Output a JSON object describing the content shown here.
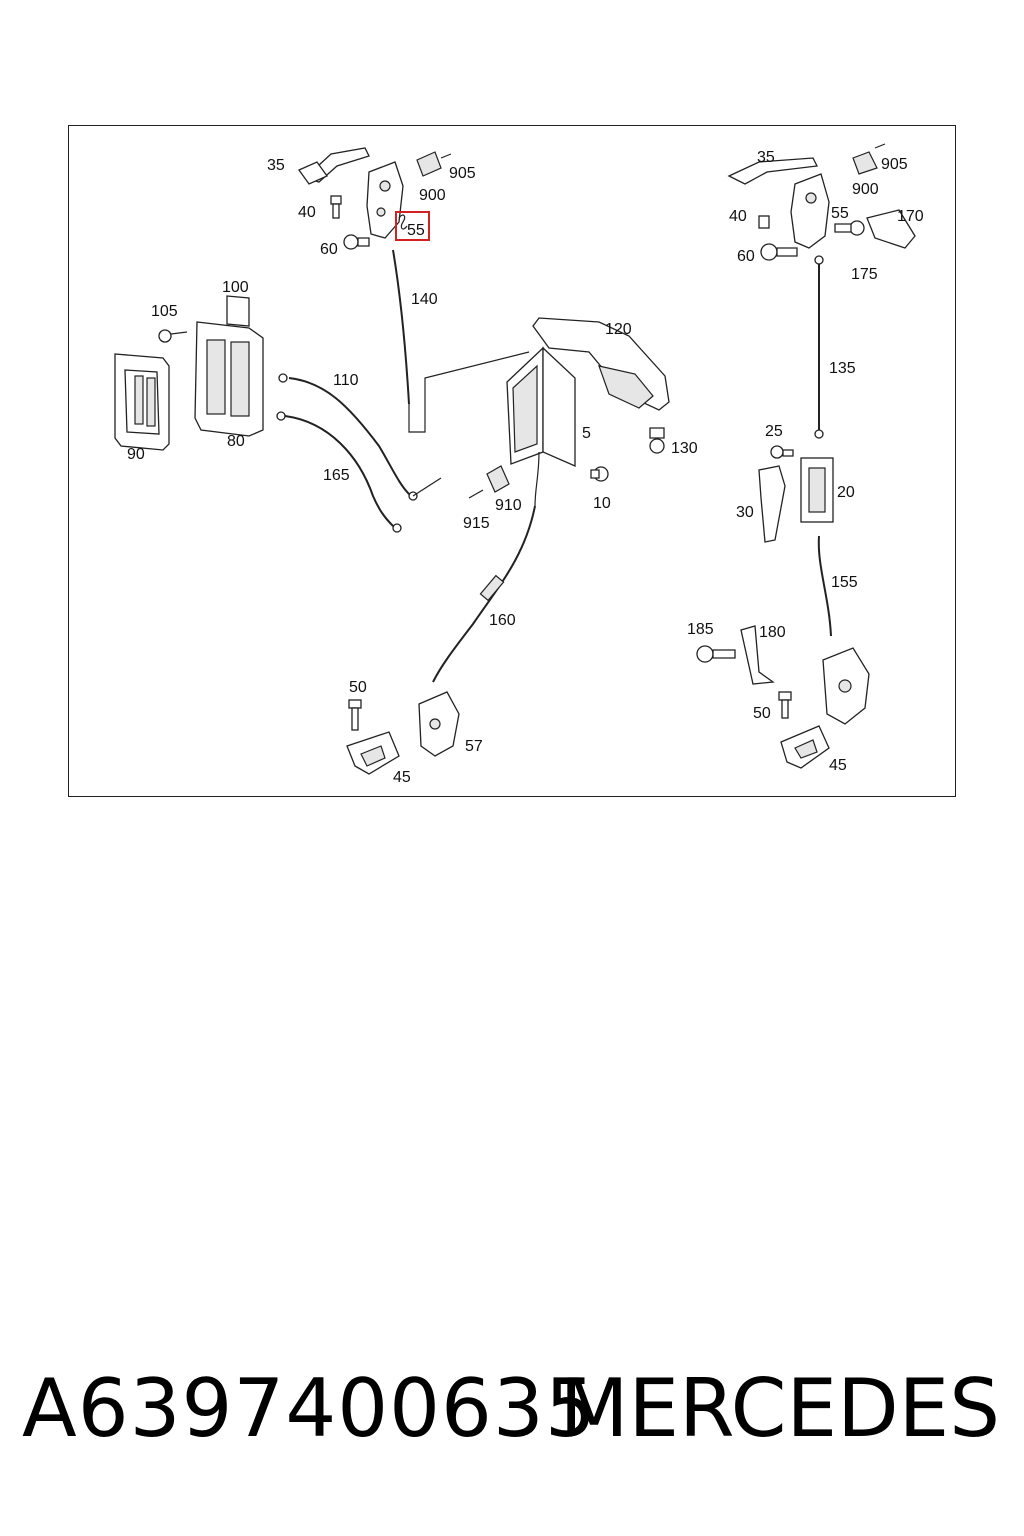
{
  "diagram": {
    "labels": {
      "l35a": "35",
      "l905a": "905",
      "l900a": "900",
      "l40a": "40",
      "l55a": "55",
      "l60a": "60",
      "l140": "140",
      "l100": "100",
      "l105": "105",
      "l110": "110",
      "l90": "90",
      "l80": "80",
      "l165": "165",
      "l120": "120",
      "l5": "5",
      "l130": "130",
      "l910": "910",
      "l915": "915",
      "l10": "10",
      "l160": "160",
      "l50a": "50",
      "l57": "57",
      "l45a": "45",
      "l35b": "35",
      "l905b": "905",
      "l900b": "900",
      "l40b": "40",
      "l55b": "55",
      "l170": "170",
      "l60b": "60",
      "l175": "175",
      "l135": "135",
      "l25": "25",
      "l30": "30",
      "l20": "20",
      "l155": "155",
      "l185": "185",
      "l180": "180",
      "l50b": "50",
      "l45b": "45"
    },
    "highlighted_part": "55",
    "highlight_color": "#d32020"
  },
  "footer": {
    "part_number": "A6397400635",
    "brand": "MERCEDES"
  }
}
